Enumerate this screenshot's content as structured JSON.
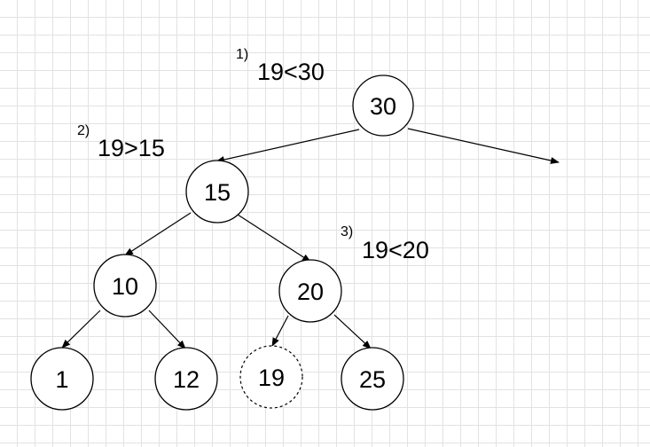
{
  "diagram": {
    "nodes": [
      {
        "id": "n30",
        "label": "30"
      },
      {
        "id": "n15",
        "label": "15"
      },
      {
        "id": "n10",
        "label": "10"
      },
      {
        "id": "n20",
        "label": "20"
      },
      {
        "id": "n1",
        "label": "1"
      },
      {
        "id": "n12",
        "label": "12"
      },
      {
        "id": "n19",
        "label": "19",
        "style": "dashed"
      },
      {
        "id": "n25",
        "label": "25"
      }
    ],
    "edges": [
      {
        "from": "n30",
        "to": "n15"
      },
      {
        "from": "n30",
        "to": "empty-right"
      },
      {
        "from": "n15",
        "to": "n10"
      },
      {
        "from": "n15",
        "to": "n20"
      },
      {
        "from": "n10",
        "to": "n1"
      },
      {
        "from": "n10",
        "to": "n12"
      },
      {
        "from": "n20",
        "to": "n19"
      },
      {
        "from": "n20",
        "to": "n25"
      }
    ],
    "steps": [
      {
        "number": "1)",
        "text": "19<30"
      },
      {
        "number": "2)",
        "text": "19>15"
      },
      {
        "number": "3)",
        "text": "19<20"
      }
    ]
  }
}
